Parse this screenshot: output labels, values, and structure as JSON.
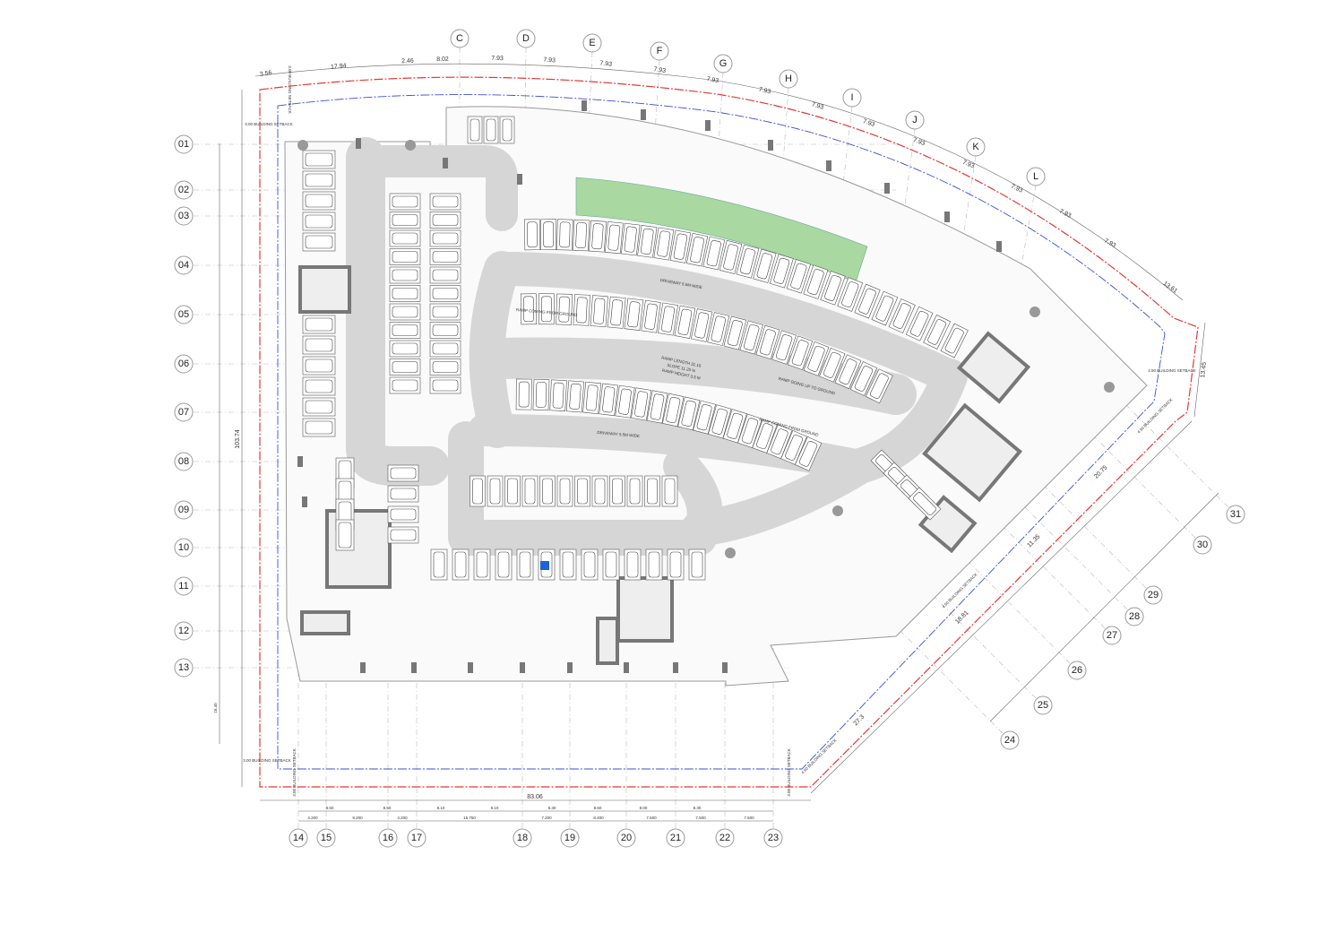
{
  "colors": {
    "property_line": "#e53935",
    "setback_line": "#3b4fd8",
    "driveway": "#d6d6d6",
    "core": "#7a7a7a",
    "green_zone": "#a9d8a0",
    "accessible": "#1e63d6"
  },
  "grid": {
    "letters": [
      "C",
      "D",
      "E",
      "F",
      "G",
      "H",
      "I",
      "J",
      "K",
      "L"
    ],
    "rows_left": [
      "01",
      "02",
      "03",
      "04",
      "05",
      "06",
      "07",
      "08",
      "09",
      "10",
      "11",
      "12",
      "13"
    ],
    "cols_bottom": [
      "14",
      "15",
      "16",
      "17",
      "18",
      "19",
      "20",
      "21",
      "22",
      "23"
    ],
    "cols_diagonal": [
      "24",
      "25",
      "26",
      "27",
      "28",
      "29",
      "30",
      "31"
    ]
  },
  "dimensions": {
    "top": [
      "3.56",
      "17.94",
      "2.46",
      "8.02",
      "7.93",
      "7.93",
      "7.93",
      "7.93",
      "7.93",
      "7.93",
      "7.93",
      "7.93",
      "7.93",
      "7.93",
      "7.93",
      "7.93",
      "7.93"
    ],
    "top_right": "13.61",
    "right_edge": "13.45",
    "diagonal": [
      "20.75",
      "11.35",
      "18.81",
      "27.3"
    ],
    "left_total": "103.74",
    "left_bottom": "16.40",
    "bottom_total": "83.06",
    "bottom_row1": [
      "8.50",
      "8.50",
      "8.10",
      "8.10",
      "8.30",
      "8.60",
      "8.00",
      "8.30"
    ],
    "bottom_row2": [
      "4.200",
      "9.200",
      "4.200",
      "15.750",
      "7.200",
      "8.400",
      "7.500",
      "7.500",
      "7.500"
    ]
  },
  "setbacks": {
    "three": "3.00 BUILDING SETBACK",
    "four_five": "4.50 BUILDING SETBACK"
  },
  "ramp": {
    "info": [
      "RAMP LENGTH 31.10",
      "SLOPE 11.25 %",
      "RAMP HEIGHT 3.5 M"
    ],
    "up_label": "RAMP GOING UP TO GROUND",
    "down_label": "RAMP COMING FROM GROUND",
    "driveway_label": "DRIVEWAY 5.5M WIDE"
  }
}
